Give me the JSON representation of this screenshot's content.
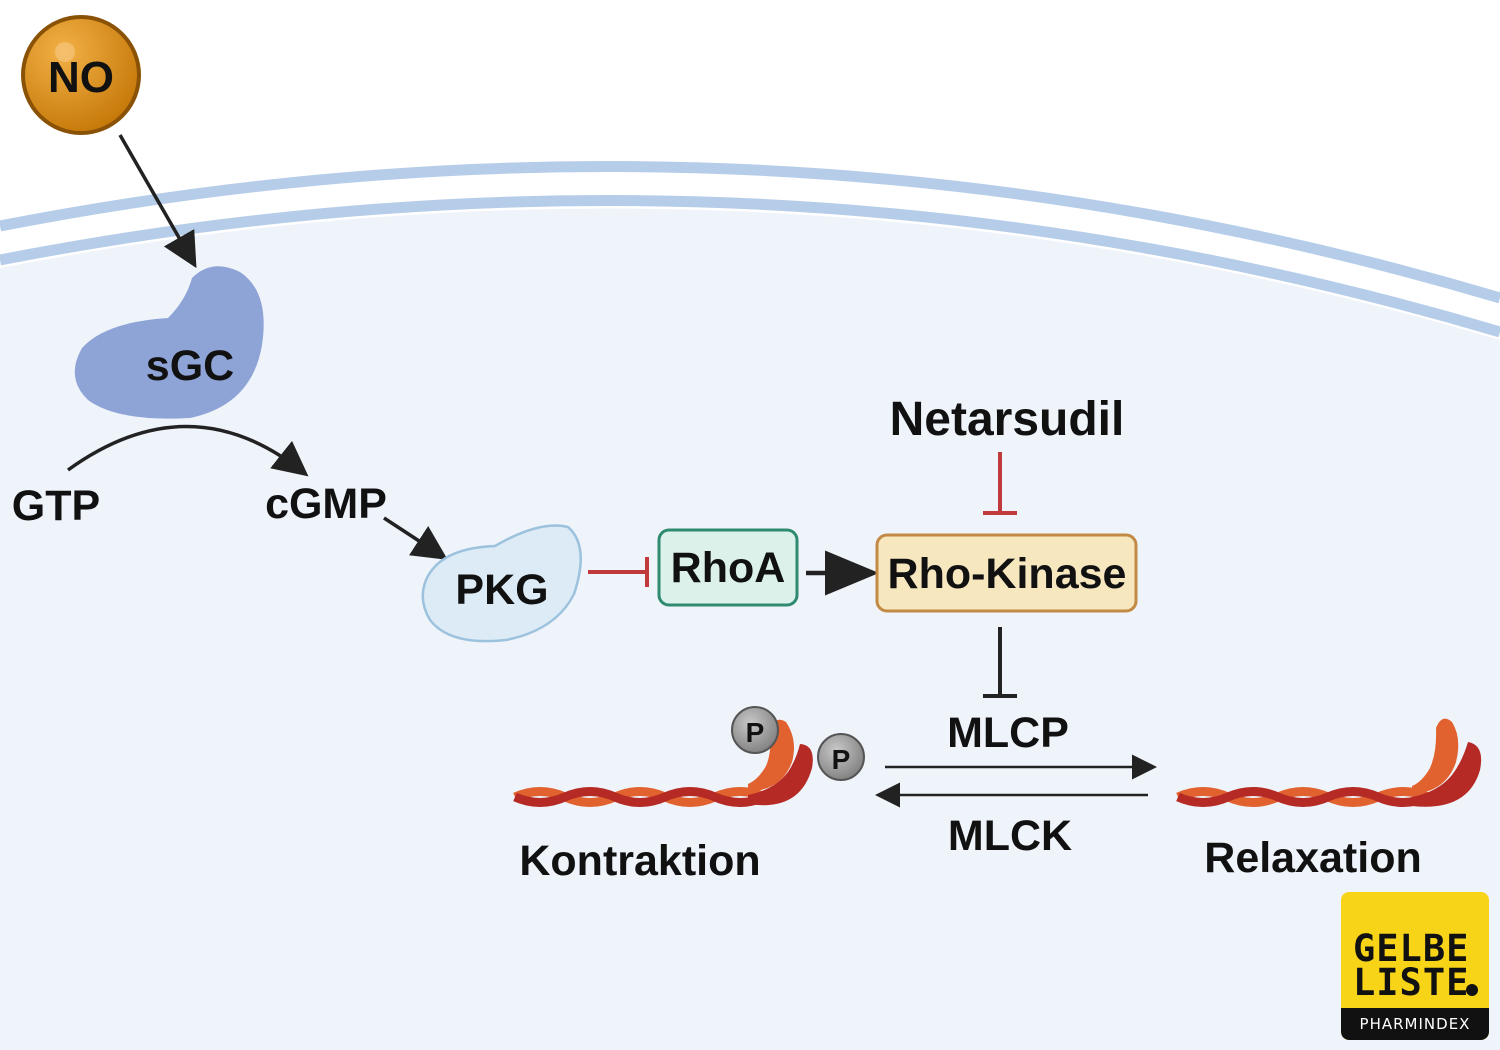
{
  "labels": {
    "no": "NO",
    "sgc": "sGC",
    "gtp": "GTP",
    "cgmp": "cGMP",
    "pkg": "PKG",
    "rhoa": "RhoA",
    "rho_kinase": "Rho-Kinase",
    "netarsudil": "Netarsudil",
    "mlcp": "MLCP",
    "mlck": "MLCK",
    "kontraktion": "Kontraktion",
    "relaxation": "Relaxation",
    "phospho_1": "P",
    "phospho_2": "P"
  },
  "logo": {
    "line1": "GELBE",
    "line2": "LISTE",
    "line3": "PHARMINDEX"
  },
  "colors": {
    "cell_fill": "#eff4fb",
    "membrane": "#b6cde9",
    "no_fill": "#d98a12",
    "sgc_fill": "#8ea3d6",
    "pkg_fill": "#dcebf6",
    "rhoa_fill": "#dcf1ea",
    "rhoa_border": "#2f8a70",
    "rho_kinase_fill": "#f6e7bf",
    "rho_kinase_border": "#c28a45",
    "inhibition": "#c0393b",
    "myosin_dark": "#b52a25",
    "myosin_light": "#e2622f",
    "logo_yellow": "#f7d417"
  }
}
